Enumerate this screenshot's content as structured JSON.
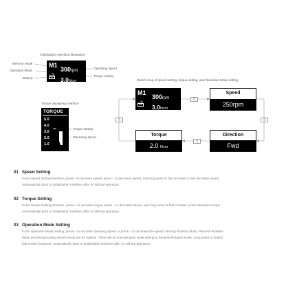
{
  "init_illustration": {
    "title": "Initialization Interface Illustration",
    "labels_left": [
      "Memory Mode",
      "Operation Mode",
      "Battery"
    ],
    "labels_right": [
      "Operating speed",
      "Torque setting"
    ],
    "lcd": {
      "mode": "M1",
      "speed_value": "300",
      "speed_unit": "rpm",
      "torque_value": "3.0",
      "torque_unit": "Ncm"
    }
  },
  "sketch": {
    "title": "Sketch map of speed setting, torque setting, and Operation Mode setting",
    "lcd": {
      "mode": "M1",
      "speed_value": "300",
      "speed_unit": "rpm",
      "torque_value": "3.0",
      "torque_unit": "Ncm"
    },
    "button_label": "S",
    "panels": {
      "speed": {
        "title": "Speed",
        "value": "250rpm"
      },
      "torque": {
        "title": "Torque",
        "value": "2.0",
        "unit": "Ncm"
      },
      "direction": {
        "title": "Direction",
        "value": "Fwd"
      }
    }
  },
  "torque_display": {
    "title": "Torque displaying interface",
    "header": "TORQUE",
    "levels": [
      "5.0",
      "4.0",
      "3.0",
      "2.0",
      "1.0"
    ],
    "labels_right": [
      "Torque setting",
      "Operating speed"
    ]
  },
  "sections": [
    {
      "num": "01",
      "title": "Speed Setting",
      "lines": [
        "In the Speed Setting Interface, press + to increase speed, press − to decrease speed, and long press to fast increase or fast decrease speed.",
        "Automatically back to Initialization Interface after 2s without operation."
      ]
    },
    {
      "num": "02",
      "title": "Torque Setting",
      "lines": [
        "In the Torque Setting Interface, press + to increase torque, press − to decrease torque, and long press to fast increase or fast decrease torque.",
        "Automatically back to Initialization Interface after 2s without operation."
      ]
    },
    {
      "num": "03",
      "title": "Operation Mode Setting",
      "lines": [
        "In the Operation Mode Setting, press + to increase operating speed or press − to decrease the speed. Veering Rotation Mode, Reverse Rotation",
        "Mode and Reciprocating Motion Mode are for options. There will be tick indication while setting to Reverse Rotation Mode. Long press to realize",
        "fast modes handover. Automatically back to Initialization Interface after 2s without operation."
      ]
    }
  ]
}
